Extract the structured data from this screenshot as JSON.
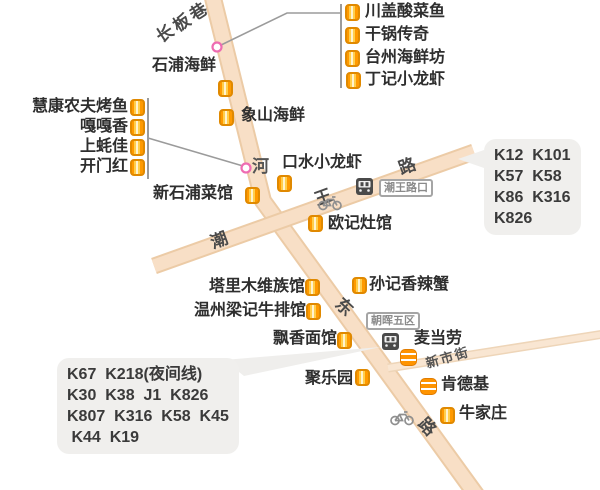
{
  "roads": {
    "changban_alley": "长板巷",
    "chao": "潮",
    "wang": "王",
    "lu_northeast": "路",
    "dong": "东",
    "lu_south": "路",
    "xinshijie": "新市街",
    "he": "河"
  },
  "bus_stops": {
    "chaowang_lukou": "潮王路口",
    "chaohui_wuqu": "朝晖五区"
  },
  "pois": {
    "shipu_haixian": "石浦海鲜",
    "xiangshan_haixian": "象山海鲜",
    "huikang_nongfu_kaoyu": "慧康农夫烤鱼",
    "gagaxiang": "嘎嘎香",
    "shanghaojia": "上蚝佳",
    "kaimenhong": "开门红",
    "chuangai_suancaiyu": "川盖酸菜鱼",
    "ganguo_chuanqi": "干锅传奇",
    "taizhou_haixianfang": "台州海鲜坊",
    "dingji_xiaolongxia": "丁记小龙虾",
    "xinshipu_caiguan": "新石浦菜馆",
    "koushui_xiaolongxia": "口水小龙虾",
    "ouji_zaoguan": "欧记灶馆",
    "talimu_weizuguan": "塔里木维族馆",
    "wenzhou_liangji_niupaiguan": "温州梁记牛排馆",
    "sunji_xianglaxie": "孙记香辣蟹",
    "piaoxiang_mianguan": "飘香面馆",
    "mcdonalds": "麦当劳",
    "julayuan": "聚乐园",
    "kfc": "肯德基",
    "niujiazhuang": "牛家庄"
  },
  "route_boxes": {
    "ne": {
      "lines": [
        "K12  K101",
        "K57  K58",
        "K86  K316",
        "K826"
      ]
    },
    "sw": {
      "lines": [
        "K67  K218(夜间线)",
        "K30  K38  J1  K826",
        "K807  K316  K58  K45",
        " K44  K19"
      ]
    }
  },
  "colors": {
    "road_fill": "#f8dfc6",
    "road_edge": "#eccba6",
    "lantern_border": "#e08900",
    "lantern_orange": "#ff9a00",
    "burger_orange": "#ff9400",
    "bus_icon_gray": "#4a4a4a",
    "pink_dot": "#ee6cb2",
    "connector_gray": "#9b9b9b",
    "route_box_bg": "#f0efed",
    "text_dark": "#2e2e2e"
  }
}
